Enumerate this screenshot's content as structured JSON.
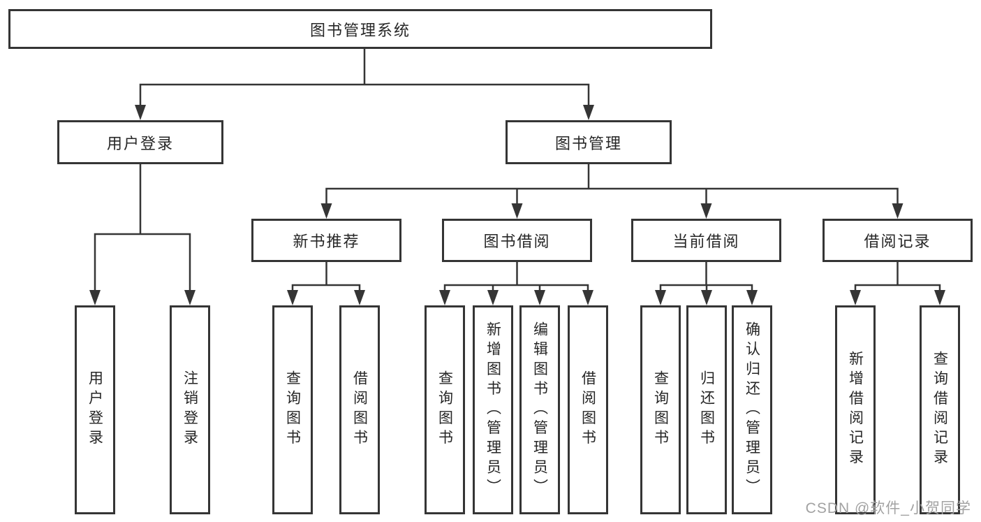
{
  "diagram": {
    "root": {
      "label": "图书管理系统"
    },
    "branches": [
      {
        "label": "用户登录",
        "children": [
          {
            "label": "用户登录"
          },
          {
            "label": "注销登录"
          }
        ]
      },
      {
        "label": "图书管理",
        "children": [
          {
            "label": "新书推荐",
            "children": [
              {
                "label": "查询图书"
              },
              {
                "label": "借阅图书"
              }
            ]
          },
          {
            "label": "图书借阅",
            "children": [
              {
                "label": "查询图书"
              },
              {
                "label": "新增图书（管理员）"
              },
              {
                "label": "编辑图书（管理员）"
              },
              {
                "label": "借阅图书"
              }
            ]
          },
          {
            "label": "当前借阅",
            "children": [
              {
                "label": "查询图书"
              },
              {
                "label": "归还图书"
              },
              {
                "label": "确认归还（管理员）"
              }
            ]
          },
          {
            "label": "借阅记录",
            "children": [
              {
                "label": "新增借阅记录"
              },
              {
                "label": "查询借阅记录"
              }
            ]
          }
        ]
      }
    ]
  },
  "watermark": "CSDN @软件_小贺同学",
  "colors": {
    "line": "#353535",
    "text": "#262626",
    "background": "#ffffff",
    "watermark": "#a2a2a2"
  }
}
